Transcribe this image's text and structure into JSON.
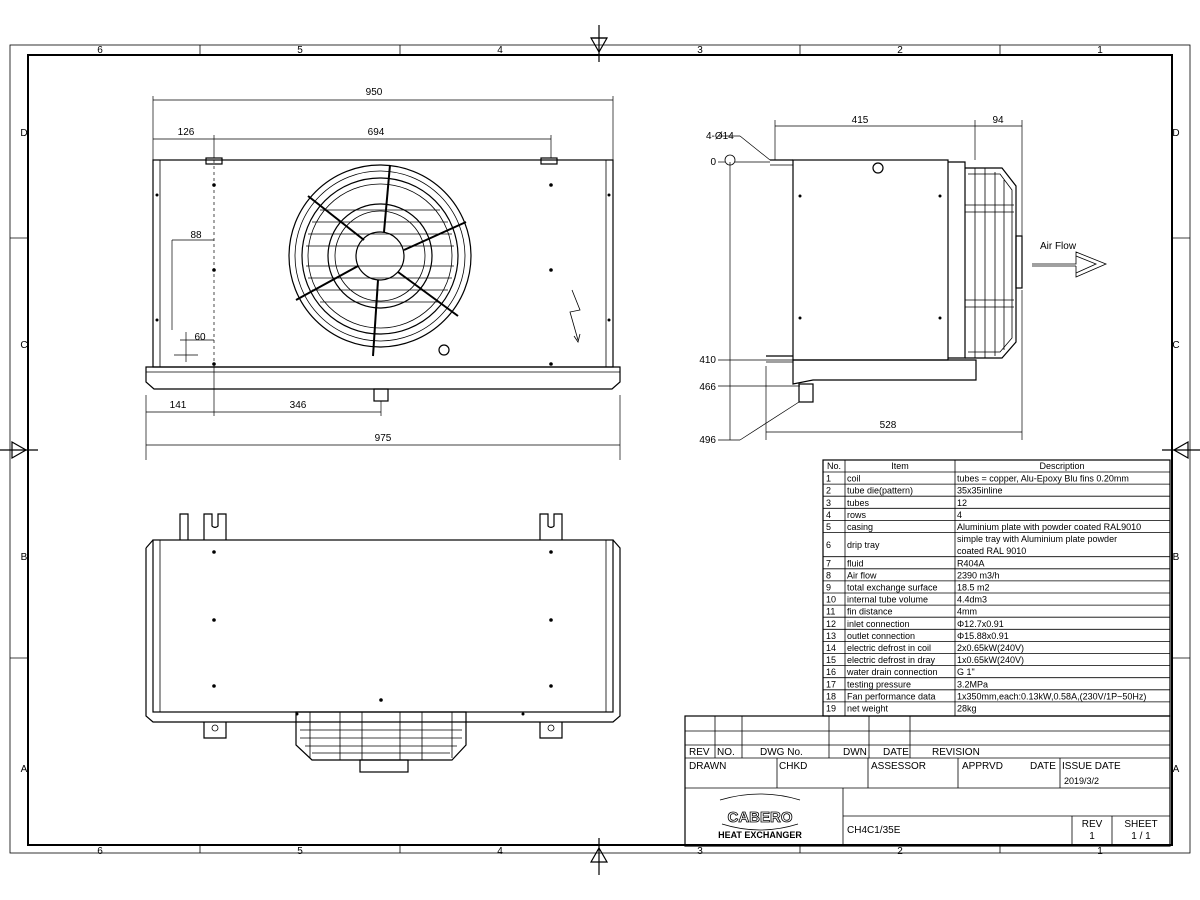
{
  "zones": {
    "top": [
      "6",
      "5",
      "4",
      "3",
      "2",
      "1"
    ],
    "side": [
      "D",
      "C",
      "B",
      "A"
    ]
  },
  "front_dims": {
    "d950": "950",
    "d126": "126",
    "d694": "694",
    "d88": "88",
    "d60": "60",
    "d141": "141",
    "d346": "346",
    "d975": "975"
  },
  "side_dims": {
    "hole": "4-Ø14",
    "d0": "0",
    "d415": "415",
    "d94": "94",
    "d410": "410",
    "d466": "466",
    "d496": "496",
    "d528": "528",
    "airflow": "Air Flow"
  },
  "specs": {
    "header": {
      "no": "No.",
      "item": "Item",
      "desc": "Description"
    },
    "rows": [
      {
        "no": "1",
        "item": "coil",
        "desc": "tubes = copper, Alu-Epoxy  Blu fins 0.20mm"
      },
      {
        "no": "2",
        "item": "tube die(pattern)",
        "desc": "35x35inline"
      },
      {
        "no": "3",
        "item": "tubes",
        "desc": "12"
      },
      {
        "no": "4",
        "item": "rows",
        "desc": "4"
      },
      {
        "no": "5",
        "item": "casing",
        "desc": "Aluminium plate with powder coated RAL9010"
      },
      {
        "no": "6",
        "item": "drip tray",
        "desc": "simple tray with Aluminium plate powder",
        "desc2": "coated  RAL 9010"
      },
      {
        "no": "7",
        "item": "fluid",
        "desc": "R404A"
      },
      {
        "no": "8",
        "item": "Air flow",
        "desc": "2390 m3/h"
      },
      {
        "no": "9",
        "item": "total exchange surface",
        "desc": "18.5 m2"
      },
      {
        "no": "10",
        "item": "internal tube volume",
        "desc": "4.4dm3"
      },
      {
        "no": "11",
        "item": "fin distance",
        "desc": "4mm"
      },
      {
        "no": "12",
        "item": "inlet connection",
        "desc": "Φ12.7x0.91"
      },
      {
        "no": "13",
        "item": "outlet connection",
        "desc": "Φ15.88x0.91"
      },
      {
        "no": "14",
        "item": "electric defrost in coil",
        "desc": "2x0.65kW(240V)"
      },
      {
        "no": "15",
        "item": "electric defrost in dray",
        "desc": "1x0.65kW(240V)"
      },
      {
        "no": "16",
        "item": "water drain connection",
        "desc": "G 1\""
      },
      {
        "no": "17",
        "item": "testing pressure",
        "desc": "3.2MPa"
      },
      {
        "no": "18",
        "item": "Fan performance data",
        "desc": "1x350mm,each:0.13kW,0.58A,(230V/1P~50Hz)"
      },
      {
        "no": "19",
        "item": "net weight",
        "desc": "28kg"
      }
    ]
  },
  "title_block": {
    "rev": "REV",
    "no": "NO.",
    "dwg_no": "DWG No.",
    "dwn": "DWN",
    "date": "DATE",
    "revision": "REVISION",
    "drawn": "DRAWN",
    "chkd": "CHKD",
    "assessor": "ASSESSOR",
    "apprvd": "APPRVD",
    "date2": "DATE",
    "issue_date": "ISSUE DATE",
    "issue_date_val": "2019/3/2",
    "logo_top": "CABERO",
    "logo_bottom": "HEAT EXCHANGER",
    "drawing_no": "CH4C1/35E",
    "rev_label": "REV",
    "rev_val": "1",
    "sheet_label": "SHEET",
    "sheet_val": "1 / 1"
  }
}
